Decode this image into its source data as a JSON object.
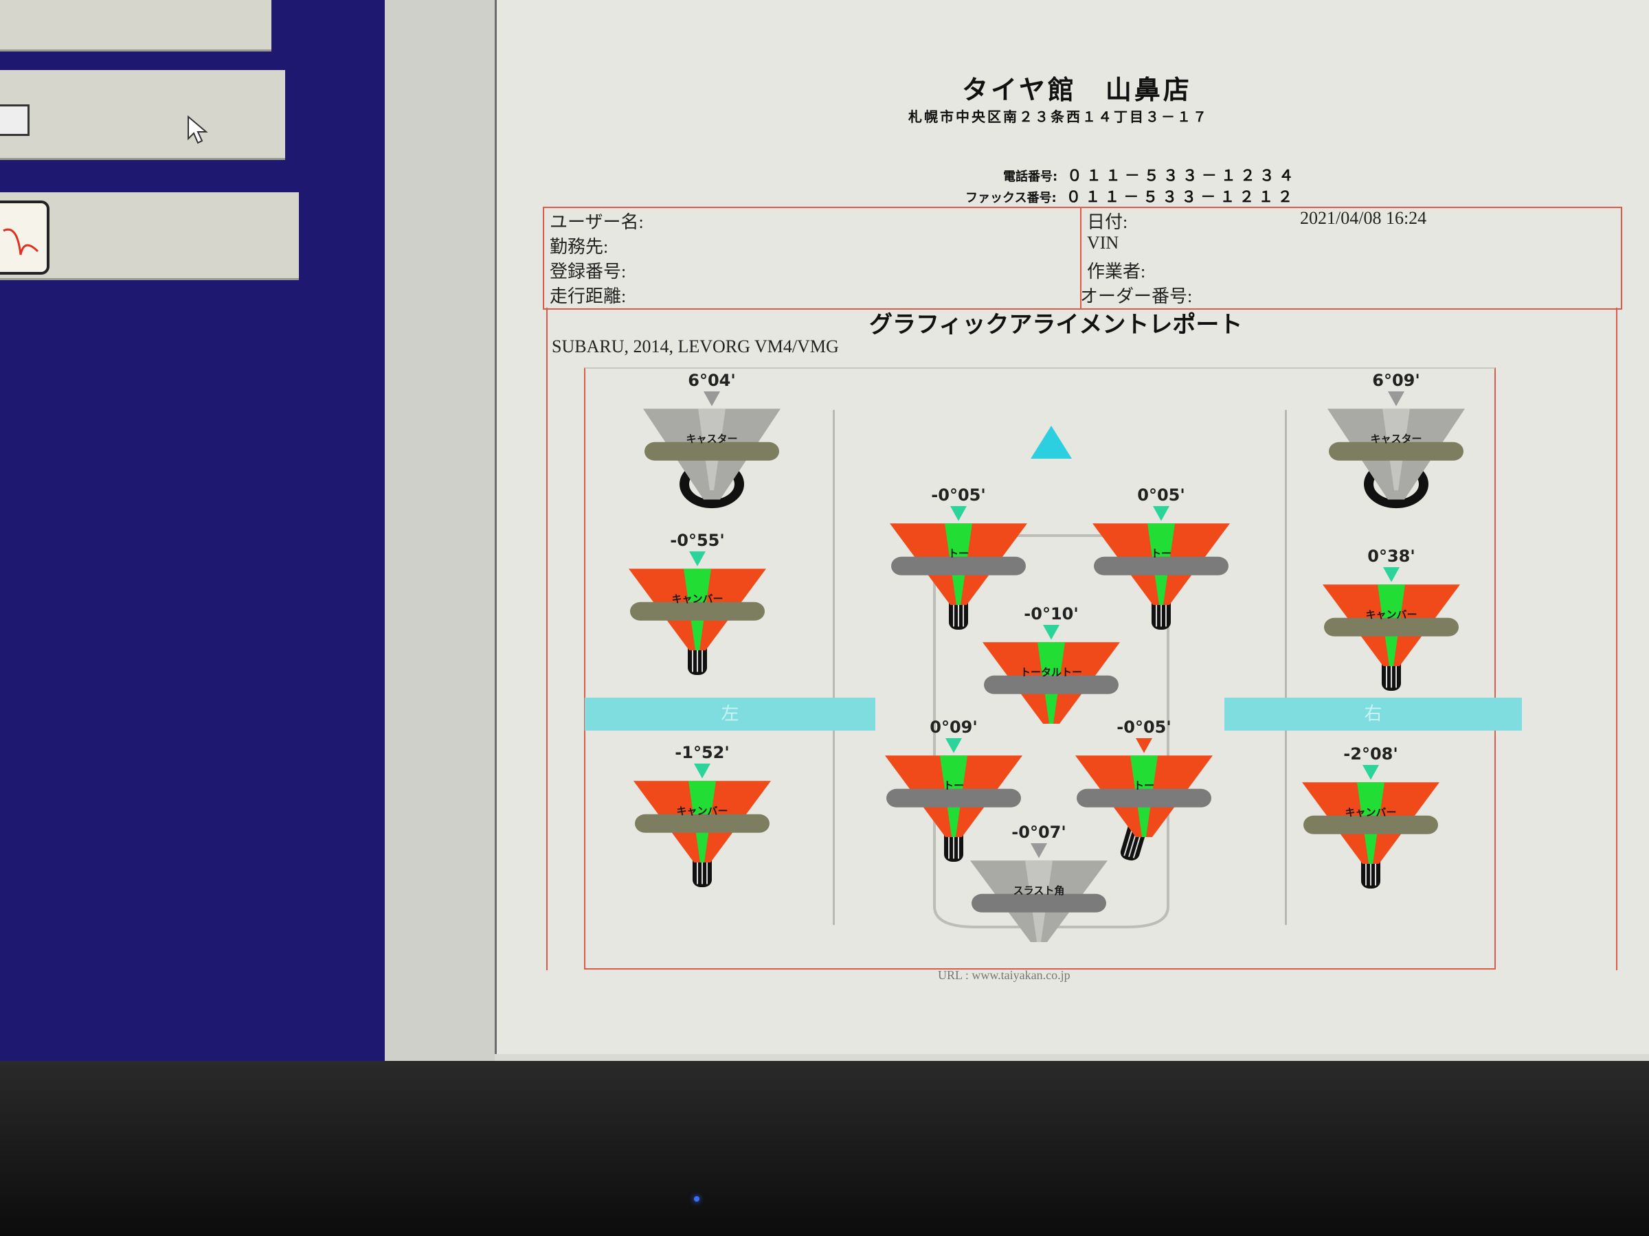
{
  "report": {
    "shop_name": "タイヤ館　山鼻店",
    "address": "札幌市中央区南２３条西１４丁目３－１７",
    "phone_label": "電話番号:",
    "phone": "０１１－５３３－１２３４",
    "fax_label": "ファックス番号:",
    "fax": "０１１－５３３－１２１２",
    "info_left": [
      "ユーザー名:",
      "勤務先:",
      "登録番号:",
      "走行距離:"
    ],
    "info_right": [
      "日付:",
      "VIN",
      "作業者:",
      "オーダー番号:"
    ],
    "date": "2021/04/08 16:24",
    "title": "グラフィックアライメントレポート",
    "vehicle": "SUBARU, 2014, LEVORG   VM4/VMG",
    "left_banner": "左",
    "right_banner": "右",
    "url": "URL : www.taiyakan.co.jp"
  },
  "gauges": {
    "caster_left": {
      "value": "6°04'",
      "label": "キャスター",
      "kind": "caster"
    },
    "caster_right": {
      "value": "6°09'",
      "label": "キャスター",
      "kind": "caster"
    },
    "toe_front_left": {
      "value": "-0°05'",
      "label": "トー",
      "kind": "toe"
    },
    "toe_front_right": {
      "value": "0°05'",
      "label": "トー",
      "kind": "toe"
    },
    "camber_front_left": {
      "value": "-0°55'",
      "label": "キャンバー",
      "kind": "camber"
    },
    "camber_front_right": {
      "value": "0°38'",
      "label": "キャンバー",
      "kind": "camber"
    },
    "total_toe": {
      "value": "-0°10'",
      "label": "トータルトー",
      "kind": "total"
    },
    "toe_rear_left": {
      "value": "0°09'",
      "label": "トー",
      "kind": "toe"
    },
    "toe_rear_right": {
      "value": "-0°05'",
      "label": "トー",
      "kind": "toe",
      "out_of_range": true
    },
    "camber_rear_left": {
      "value": "-1°52'",
      "label": "キャンバー",
      "kind": "camber"
    },
    "camber_rear_right": {
      "value": "-2°08'",
      "label": "キャンバー",
      "kind": "camber"
    },
    "thrust_angle": {
      "value": "-0°07'",
      "label": "スラスト角",
      "kind": "thrust"
    }
  },
  "colors": {
    "wedge": "#f04a1a",
    "ok": "#22dd33",
    "marker": "#2ad49a",
    "alert": "#f04a1a",
    "direction": "#2ccfe0"
  }
}
